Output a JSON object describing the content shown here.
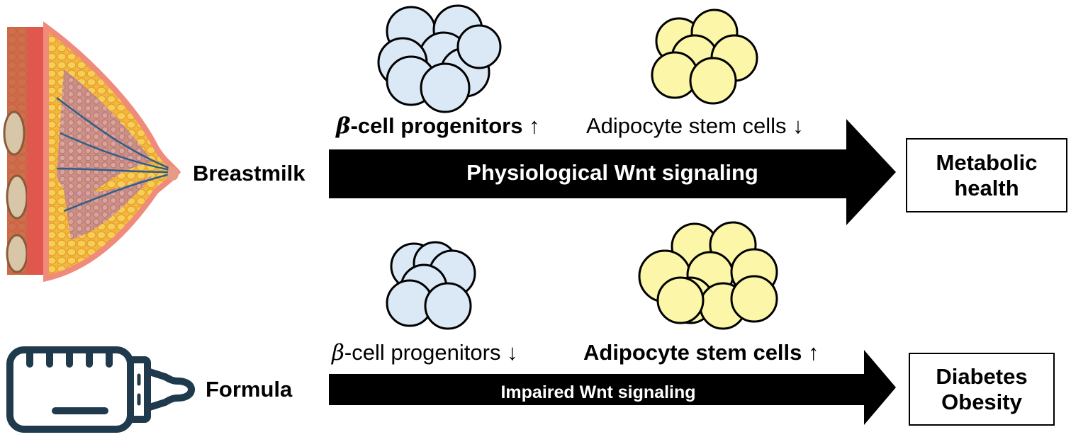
{
  "colors": {
    "progenitor_fill": "#dbe8f6",
    "stem_fill": "#fbf6a8",
    "arrow": "#000000",
    "bottle_stroke": "#1e3a4c",
    "breast_fat": "#f0a93a",
    "breast_skin": "#f3b7a3"
  },
  "icons": {
    "breast": "breast-anatomy-illustration",
    "bottle": "baby-bottle-icon",
    "progenitor_cluster": "cell-cluster-icon",
    "stem_cluster": "cell-cluster-icon"
  },
  "breastmilk": {
    "label": "Breastmilk",
    "beta_symbol": "β",
    "progenitors_text": "-cell progenitors",
    "progenitors_arrow": "↑",
    "adipocyte_text": "Adipocyte stem cells",
    "adipocyte_arrow": "↓",
    "signal": "Physiological Wnt signaling",
    "outcome_line1": "Metabolic",
    "outcome_line2": "health"
  },
  "formula": {
    "label": "Formula",
    "beta_symbol": "β",
    "progenitors_text": "-cell progenitors",
    "progenitors_arrow": "↓",
    "adipocyte_text": "Adipocyte stem cells",
    "adipocyte_arrow": "↑",
    "signal": "Impaired Wnt signaling",
    "outcome_line1": "Diabetes",
    "outcome_line2": "Obesity"
  }
}
